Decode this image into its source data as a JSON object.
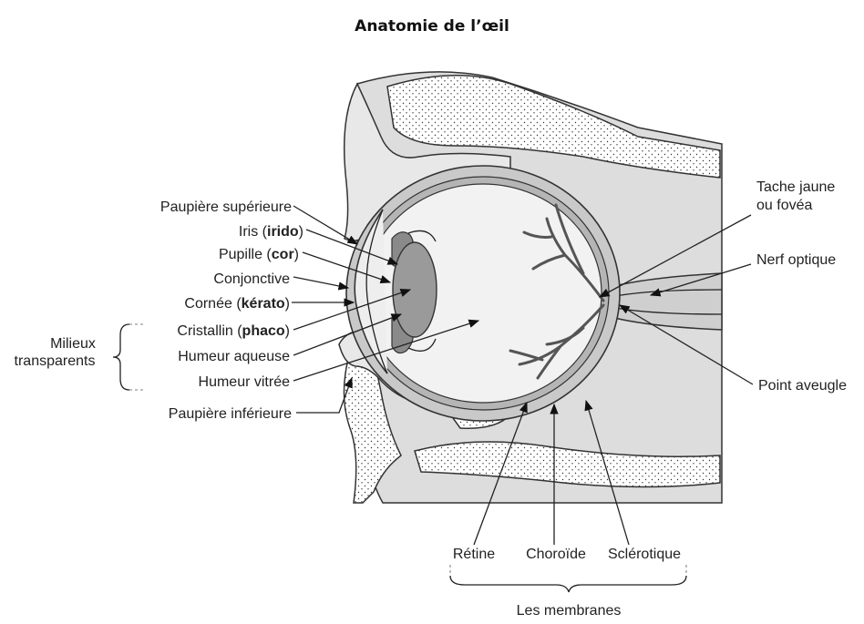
{
  "title": "Anatomie de l’œil",
  "labels": {
    "paupiere_superieure": "Paupière supérieure",
    "iris": "Iris (",
    "iris_term": "irido",
    "iris_end": ")",
    "pupille": "Pupille (",
    "pupille_term": "cor",
    "pupille_end": ")",
    "conjonctive": "Conjonctive",
    "cornee": "Cornée (",
    "cornee_term": "kérato",
    "cornee_end": ")",
    "cristallin": "Cristallin (",
    "cristallin_term": "phaco",
    "cristallin_end": ")",
    "humeur_aqueuse": "Humeur aqueuse",
    "humeur_vitree": "Humeur vitrée",
    "paupiere_inferieure": "Paupière inférieure",
    "milieux_line1": "Milieux",
    "milieux_line2": "transparents",
    "tache_jaune_line1": "Tache jaune",
    "tache_jaune_line2": "ou fovéa",
    "nerf_optique": "Nerf optique",
    "point_aveugle": "Point aveugle",
    "retine": "Rétine",
    "choroide": "Choroïde",
    "sclerotique": "Sclérotique",
    "les_membranes": "Les membranes"
  },
  "colors": {
    "bone_dotted": "#ffffff",
    "tissue_gray": "#dcdcdc",
    "sclera": "#c8c8c8",
    "lens": "#9a9a9a",
    "iris_dark": "#8a8a8a",
    "outline": "#333333"
  }
}
